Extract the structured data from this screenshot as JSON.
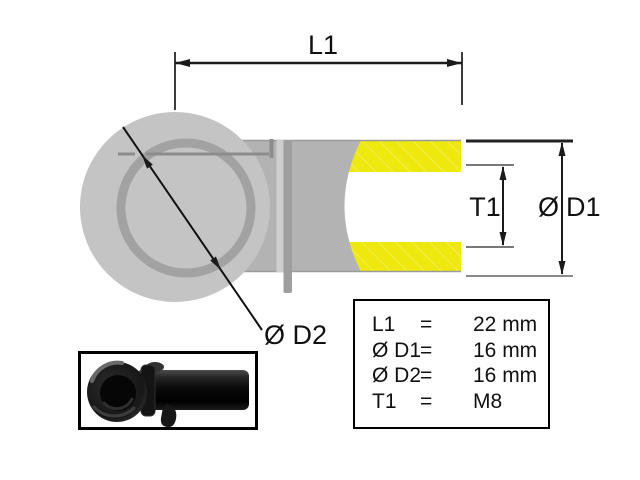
{
  "drawing": {
    "labels": {
      "l1": "L1",
      "t1": "T1",
      "d1_symbol": "Ø",
      "d1_name": "D1",
      "d2": "Ø D2"
    }
  },
  "spec_table": {
    "rows": [
      {
        "label": "L1",
        "eq": "=",
        "value": "22 mm"
      },
      {
        "label": "Ø D1",
        "eq": "=",
        "value": "16 mm"
      },
      {
        "label": "Ø D2",
        "eq": "=",
        "value": "16 mm"
      },
      {
        "label": "T1",
        "eq": "=",
        "value": "M8"
      }
    ]
  },
  "colors": {
    "highlight_yellow": "#EFE80E",
    "part_gray": "#C4C4C4",
    "body_gray": "#B3B3B3",
    "ring_gray": "#A2A2A2",
    "hidden_line_gray": "#8C8C8C",
    "line_black": "#1A1A1A"
  }
}
